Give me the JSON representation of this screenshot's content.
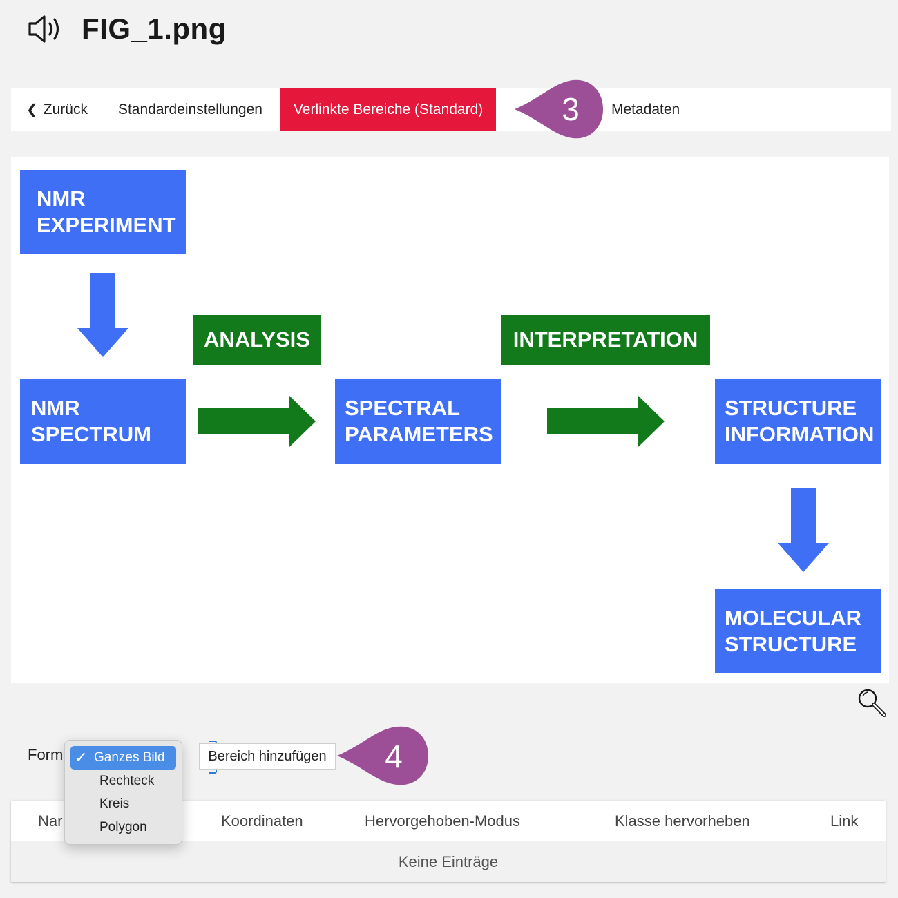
{
  "header": {
    "title": "FIG_1.png",
    "speaker_icon": "speaker-icon"
  },
  "tabs": {
    "back_label": "Zurück",
    "defaults_label": "Standardeinstellungen",
    "linked_label": "Verlinkte Bereiche (Standard)",
    "metadata_label": "Metadaten"
  },
  "callouts": {
    "three": "3",
    "four": "4",
    "color": "#9c4f96"
  },
  "diagram": {
    "nmr_experiment": [
      "NMR",
      "EXPERIMENT"
    ],
    "nmr_spectrum": [
      "NMR",
      "SPECTRUM"
    ],
    "spectral_parameters": [
      "SPECTRAL",
      "PARAMETERS"
    ],
    "structure_information": [
      "STRUCTURE",
      "INFORMATION"
    ],
    "molecular_structure": [
      "MOLECULAR",
      "STRUCTURE"
    ],
    "analysis": "ANALYSIS",
    "interpretation": "INTERPRETATION",
    "box_color": "#3f6ff5",
    "label_color": "#137a1c"
  },
  "form": {
    "label": "Form",
    "add_button": "Bereich hinzufügen",
    "options": [
      "Ganzes Bild",
      "Rechteck",
      "Kreis",
      "Polygon"
    ],
    "selected": "Ganzes Bild"
  },
  "table": {
    "columns": [
      "Nar",
      "Koordinaten",
      "Hervorgehoben-Modus",
      "Klasse hervorheben",
      "Link"
    ],
    "empty": "Keine Einträge"
  },
  "colors": {
    "accent": "#e5173b",
    "select_highlight": "#4a8de6"
  }
}
